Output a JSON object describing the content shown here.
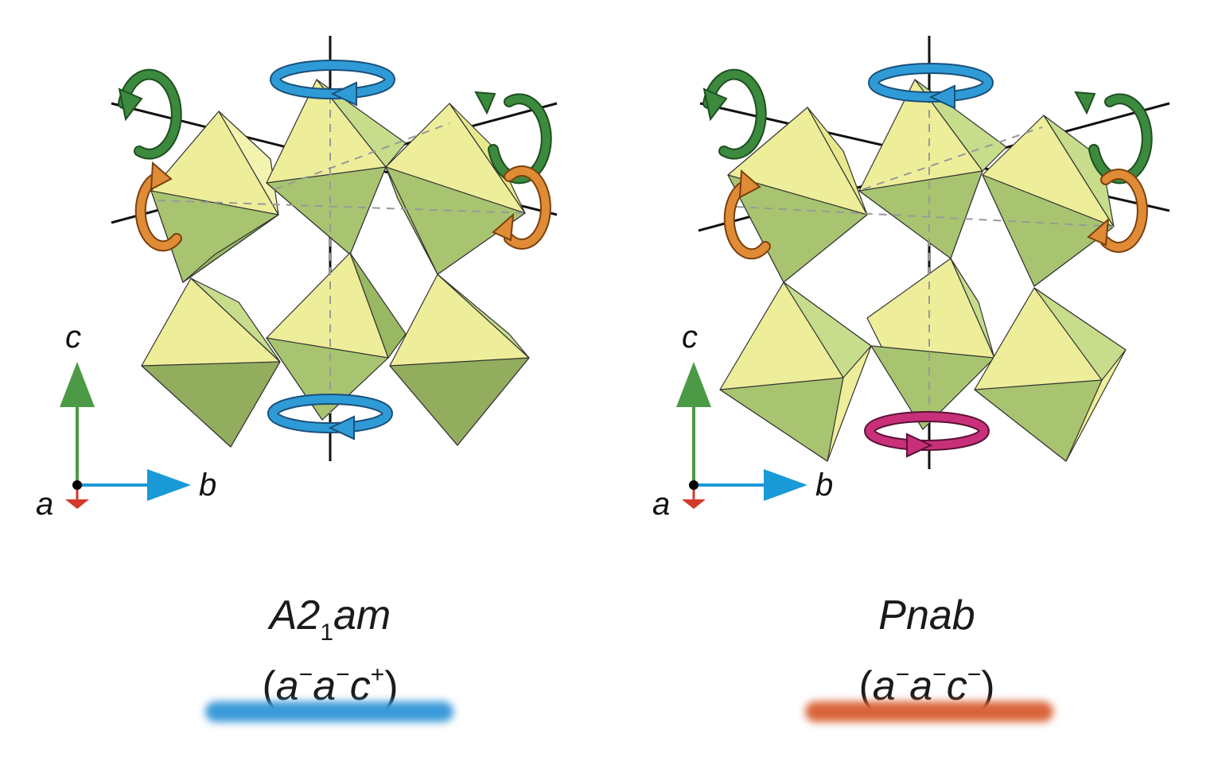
{
  "panels": [
    {
      "id": "left",
      "title": {
        "main": "A2",
        "sub": "1",
        "rest": "am"
      },
      "tilt": {
        "open": "(",
        "a1": "a",
        "s1": "−",
        "a2": "a",
        "s2": "−",
        "c": "c",
        "s3": "+",
        "close": ")"
      },
      "bar_color": "#3a9ad9",
      "bottom_rotation_color": "#2e9bd6"
    },
    {
      "id": "right",
      "title": {
        "main": "Pnab",
        "sub": "",
        "rest": ""
      },
      "tilt": {
        "open": "(",
        "a1": "a",
        "s1": "−",
        "a2": "a",
        "s2": "−",
        "c": "c",
        "s3": "−",
        "close": ")"
      },
      "bar_color": "#d9643a",
      "bottom_rotation_color": "#c8307a"
    }
  ],
  "axes": {
    "a": "a",
    "b": "b",
    "c": "c"
  },
  "colors": {
    "octa_light": "#eeee9a",
    "octa_mid": "#c7dd8c",
    "octa_dark": "#a8c470",
    "rot_green": "#3b8a3e",
    "rot_orange": "#e08b35",
    "rot_blue": "#2e9bd6",
    "axis_c": "#4c9a46",
    "axis_b": "#1a9ad6",
    "axis_a": "#d23a2a"
  }
}
